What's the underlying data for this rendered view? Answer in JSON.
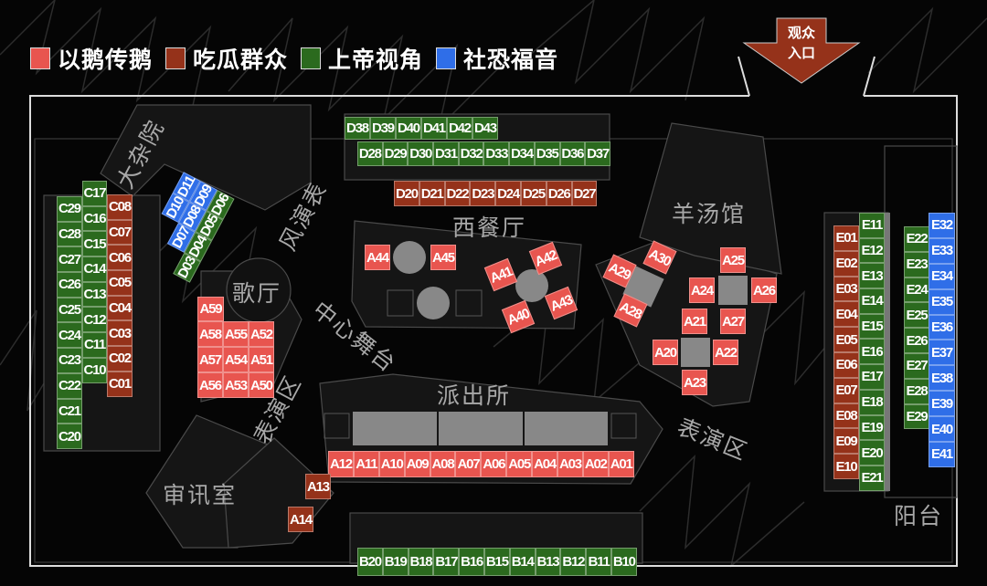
{
  "legend": [
    {
      "label": "以鹅传鹅",
      "color": "#e8554f"
    },
    {
      "label": "吃瓜群众",
      "color": "#95321a"
    },
    {
      "label": "上帝视角",
      "color": "#2b6a1e"
    },
    {
      "label": "社恐福音",
      "color": "#2f6ee8"
    }
  ],
  "entrance": {
    "line1": "观众",
    "line2": "入口"
  },
  "rooms": {
    "dazayuan": "大杂院",
    "fengyanbiao": "风演表",
    "geting": "歌厅",
    "zhongxin": "中心舞台",
    "biaoyanqu_left": "表演区",
    "xicanting": "西餐厅",
    "yangtangguan": "羊汤馆",
    "paichusuo": "派出所",
    "biaoyanqu_right": "表演区",
    "shenxunshi": "审讯室",
    "yangtai": "阳台"
  },
  "seat_groups": {
    "c_left": {
      "cat": "green",
      "seats": [
        "C29",
        "C28",
        "C27",
        "C26",
        "C25",
        "C24",
        "C23",
        "C22",
        "C21",
        "C20"
      ]
    },
    "c_mid": {
      "cat": "green",
      "seats": [
        "C17",
        "C16",
        "C15",
        "C14",
        "C13",
        "C12",
        "C11",
        "C10"
      ]
    },
    "c_right": {
      "cat": "brown",
      "seats": [
        "C08",
        "C07",
        "C06",
        "C05",
        "C04",
        "C03",
        "C02",
        "C01"
      ]
    },
    "d_row1": {
      "cat": "blue",
      "seats": [
        "D10",
        "D11"
      ]
    },
    "d_row2": {
      "cat": "blue",
      "seats": [
        "D07",
        "D08",
        "D09"
      ]
    },
    "d_row3": {
      "cat": "green",
      "seats": [
        "D03",
        "D04",
        "D05",
        "D06"
      ]
    },
    "d_top": {
      "cat": "green",
      "seats": [
        "D38",
        "D39",
        "D40",
        "D41",
        "D42",
        "D43"
      ]
    },
    "d_mid": {
      "cat": "green",
      "seats": [
        "D28",
        "D29",
        "D30",
        "D31",
        "D32",
        "D33",
        "D34",
        "D35",
        "D36",
        "D37"
      ]
    },
    "d_low": {
      "cat": "brown",
      "seats": [
        "D20",
        "D21",
        "D22",
        "D23",
        "D24",
        "D25",
        "D26",
        "D27"
      ]
    },
    "a59": {
      "cat": "red",
      "seats": [
        "A59"
      ]
    },
    "a_grid1": {
      "cat": "red",
      "seats": [
        "A58",
        "A55",
        "A52"
      ]
    },
    "a_grid2": {
      "cat": "red",
      "seats": [
        "A57",
        "A54",
        "A51"
      ]
    },
    "a_grid3": {
      "cat": "red",
      "seats": [
        "A56",
        "A53",
        "A50"
      ]
    },
    "a44": {
      "cat": "red",
      "seats": [
        "A44"
      ]
    },
    "a45": {
      "cat": "red",
      "seats": [
        "A45"
      ]
    },
    "a41": {
      "cat": "red",
      "seats": [
        "A41"
      ]
    },
    "a42": {
      "cat": "red",
      "seats": [
        "A42"
      ]
    },
    "a43": {
      "cat": "red",
      "seats": [
        "A43"
      ]
    },
    "a40": {
      "cat": "red",
      "seats": [
        "A40"
      ]
    },
    "a29": {
      "cat": "red",
      "seats": [
        "A29"
      ]
    },
    "a30": {
      "cat": "red",
      "seats": [
        "A30"
      ]
    },
    "a28": {
      "cat": "red",
      "seats": [
        "A28"
      ]
    },
    "a25": {
      "cat": "red",
      "seats": [
        "A25"
      ]
    },
    "a24": {
      "cat": "red",
      "seats": [
        "A24"
      ]
    },
    "a26": {
      "cat": "red",
      "seats": [
        "A26"
      ]
    },
    "a27": {
      "cat": "red",
      "seats": [
        "A27"
      ]
    },
    "a21": {
      "cat": "red",
      "seats": [
        "A21"
      ]
    },
    "a20": {
      "cat": "red",
      "seats": [
        "A20"
      ]
    },
    "a22": {
      "cat": "red",
      "seats": [
        "A22"
      ]
    },
    "a23": {
      "cat": "red",
      "seats": [
        "A23"
      ]
    },
    "a_row": {
      "cat": "red",
      "seats": [
        "A12",
        "A11",
        "A10",
        "A09",
        "A08",
        "A07",
        "A06",
        "A05",
        "A04",
        "A03",
        "A02",
        "A01"
      ]
    },
    "a13": {
      "cat": "brown",
      "seats": [
        "A13"
      ]
    },
    "a14": {
      "cat": "brown",
      "seats": [
        "A14"
      ]
    },
    "b_row": {
      "cat": "green",
      "seats": [
        "B20",
        "B19",
        "B18",
        "B17",
        "B16",
        "B15",
        "B14",
        "B13",
        "B12",
        "B11",
        "B10"
      ]
    },
    "e_brown": {
      "cat": "brown",
      "seats": [
        "E01",
        "E02",
        "E03",
        "E04",
        "E05",
        "E06",
        "E07",
        "E08",
        "E09",
        "E10"
      ]
    },
    "e_green1": {
      "cat": "green",
      "seats": [
        "E11",
        "E12",
        "E13",
        "E14",
        "E15",
        "E16",
        "E17",
        "E18",
        "E19",
        "E20",
        "E21"
      ]
    },
    "e_green2": {
      "cat": "green",
      "seats": [
        "E22",
        "E23",
        "E24",
        "E25",
        "E26",
        "E27",
        "E28",
        "E29"
      ]
    },
    "e_blue": {
      "cat": "blue",
      "seats": [
        "E32",
        "E33",
        "E34",
        "E35",
        "E36",
        "E37",
        "E38",
        "E39",
        "E40",
        "E41"
      ]
    }
  }
}
